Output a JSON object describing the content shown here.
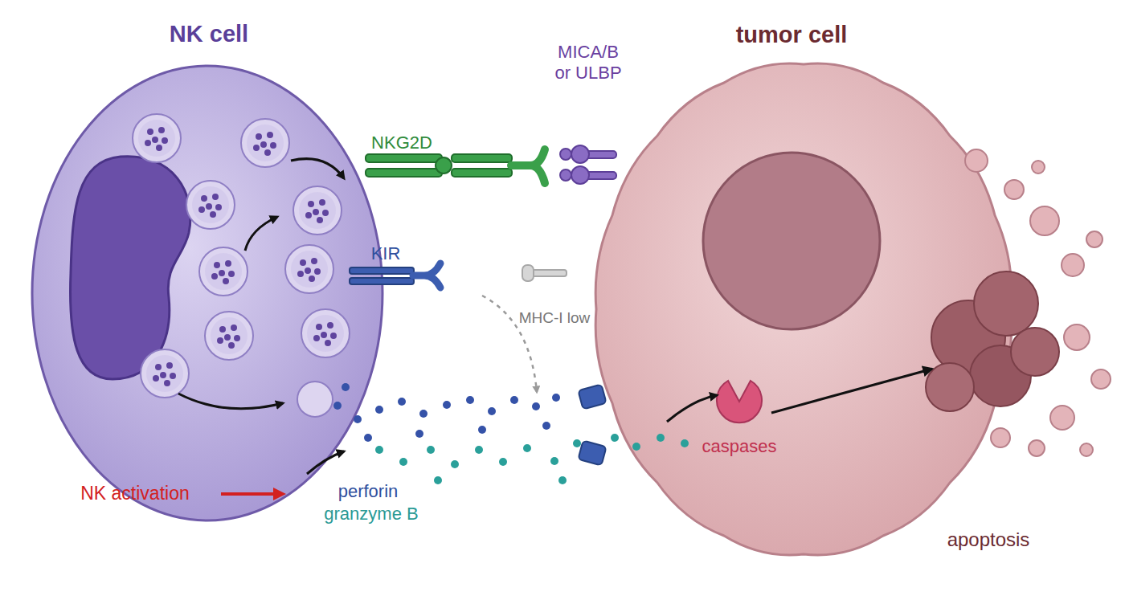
{
  "diagram": {
    "nodes": [
      {
        "text": [
          "NK cell"
        ]
      },
      {
        "text": [
          "tumor cell"
        ]
      },
      {
        "text": [
          "caspases"
        ],
        "in": 1
      },
      {
        "text": [
          "apoptosis"
        ],
        "in": 1
      }
    ],
    "edges": [
      {
        "from": 2,
        "to": 3,
        "arrow": "to"
      }
    ],
    "labels": [
      "NKG2D",
      "MICA/B or ULBP",
      "KIR",
      "MHC-I low",
      "NK activation",
      "perforin",
      "granzyme B"
    ]
  }
}
